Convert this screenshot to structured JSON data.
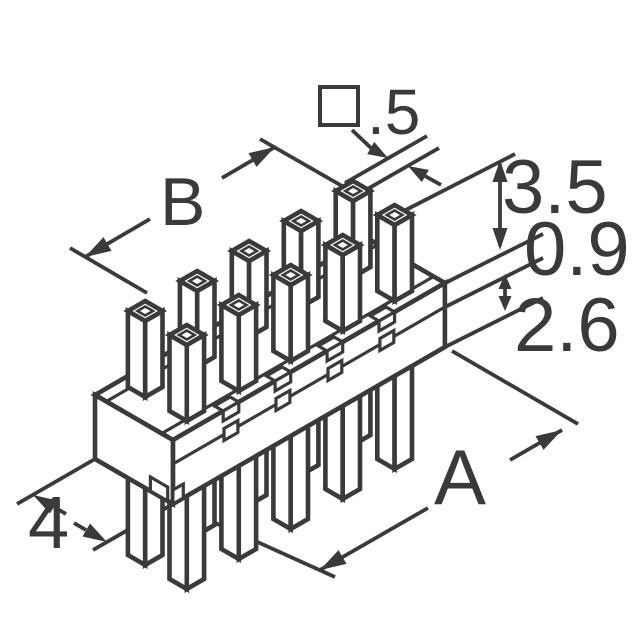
{
  "drawing": {
    "component": "Dual-row through-hole pin header, 2 x 5 positions, isometric view",
    "background_color": "#ffffff",
    "line_color": "#3a3a3c",
    "pin_rows": 2,
    "pin_columns": 5,
    "total_pins": 10
  },
  "dimensions": {
    "pin_square": {
      "symbol_icon": "square-symbol",
      "value": ".5"
    },
    "top_span_label": "B",
    "pin_length_above_body": "3.5",
    "body_rim_offset": "0.9",
    "body_height": "2.6",
    "overall_length_label": "A",
    "body_depth": "4"
  }
}
